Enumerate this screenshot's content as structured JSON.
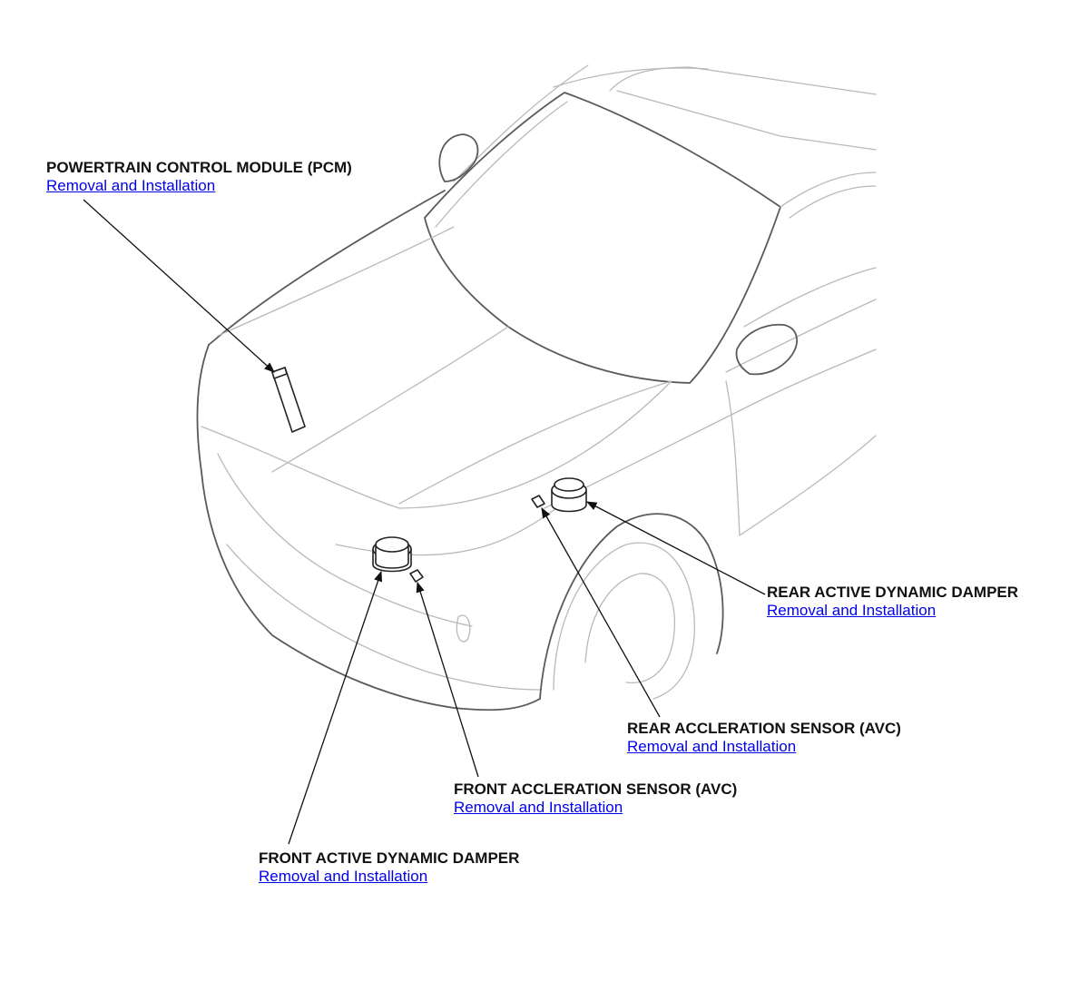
{
  "callouts": {
    "pcm": {
      "title": "POWERTRAIN CONTROL MODULE (PCM)",
      "link": "Removal and Installation"
    },
    "rear_damper": {
      "title": "REAR ACTIVE DYNAMIC DAMPER",
      "link": "Removal and Installation"
    },
    "rear_sensor": {
      "title": "REAR ACCLERATION SENSOR (AVC)",
      "link": "Removal and Installation"
    },
    "front_sensor": {
      "title": "FRONT ACCLERATION SENSOR (AVC)",
      "link": "Removal and Installation"
    },
    "front_damper": {
      "title": "FRONT ACTIVE DYNAMIC DAMPER",
      "link": "Removal and Installation"
    }
  },
  "colors": {
    "link": "#0000ee",
    "text": "#111111",
    "outline": "#5a5a5a",
    "detail": "#b9b9b9"
  }
}
